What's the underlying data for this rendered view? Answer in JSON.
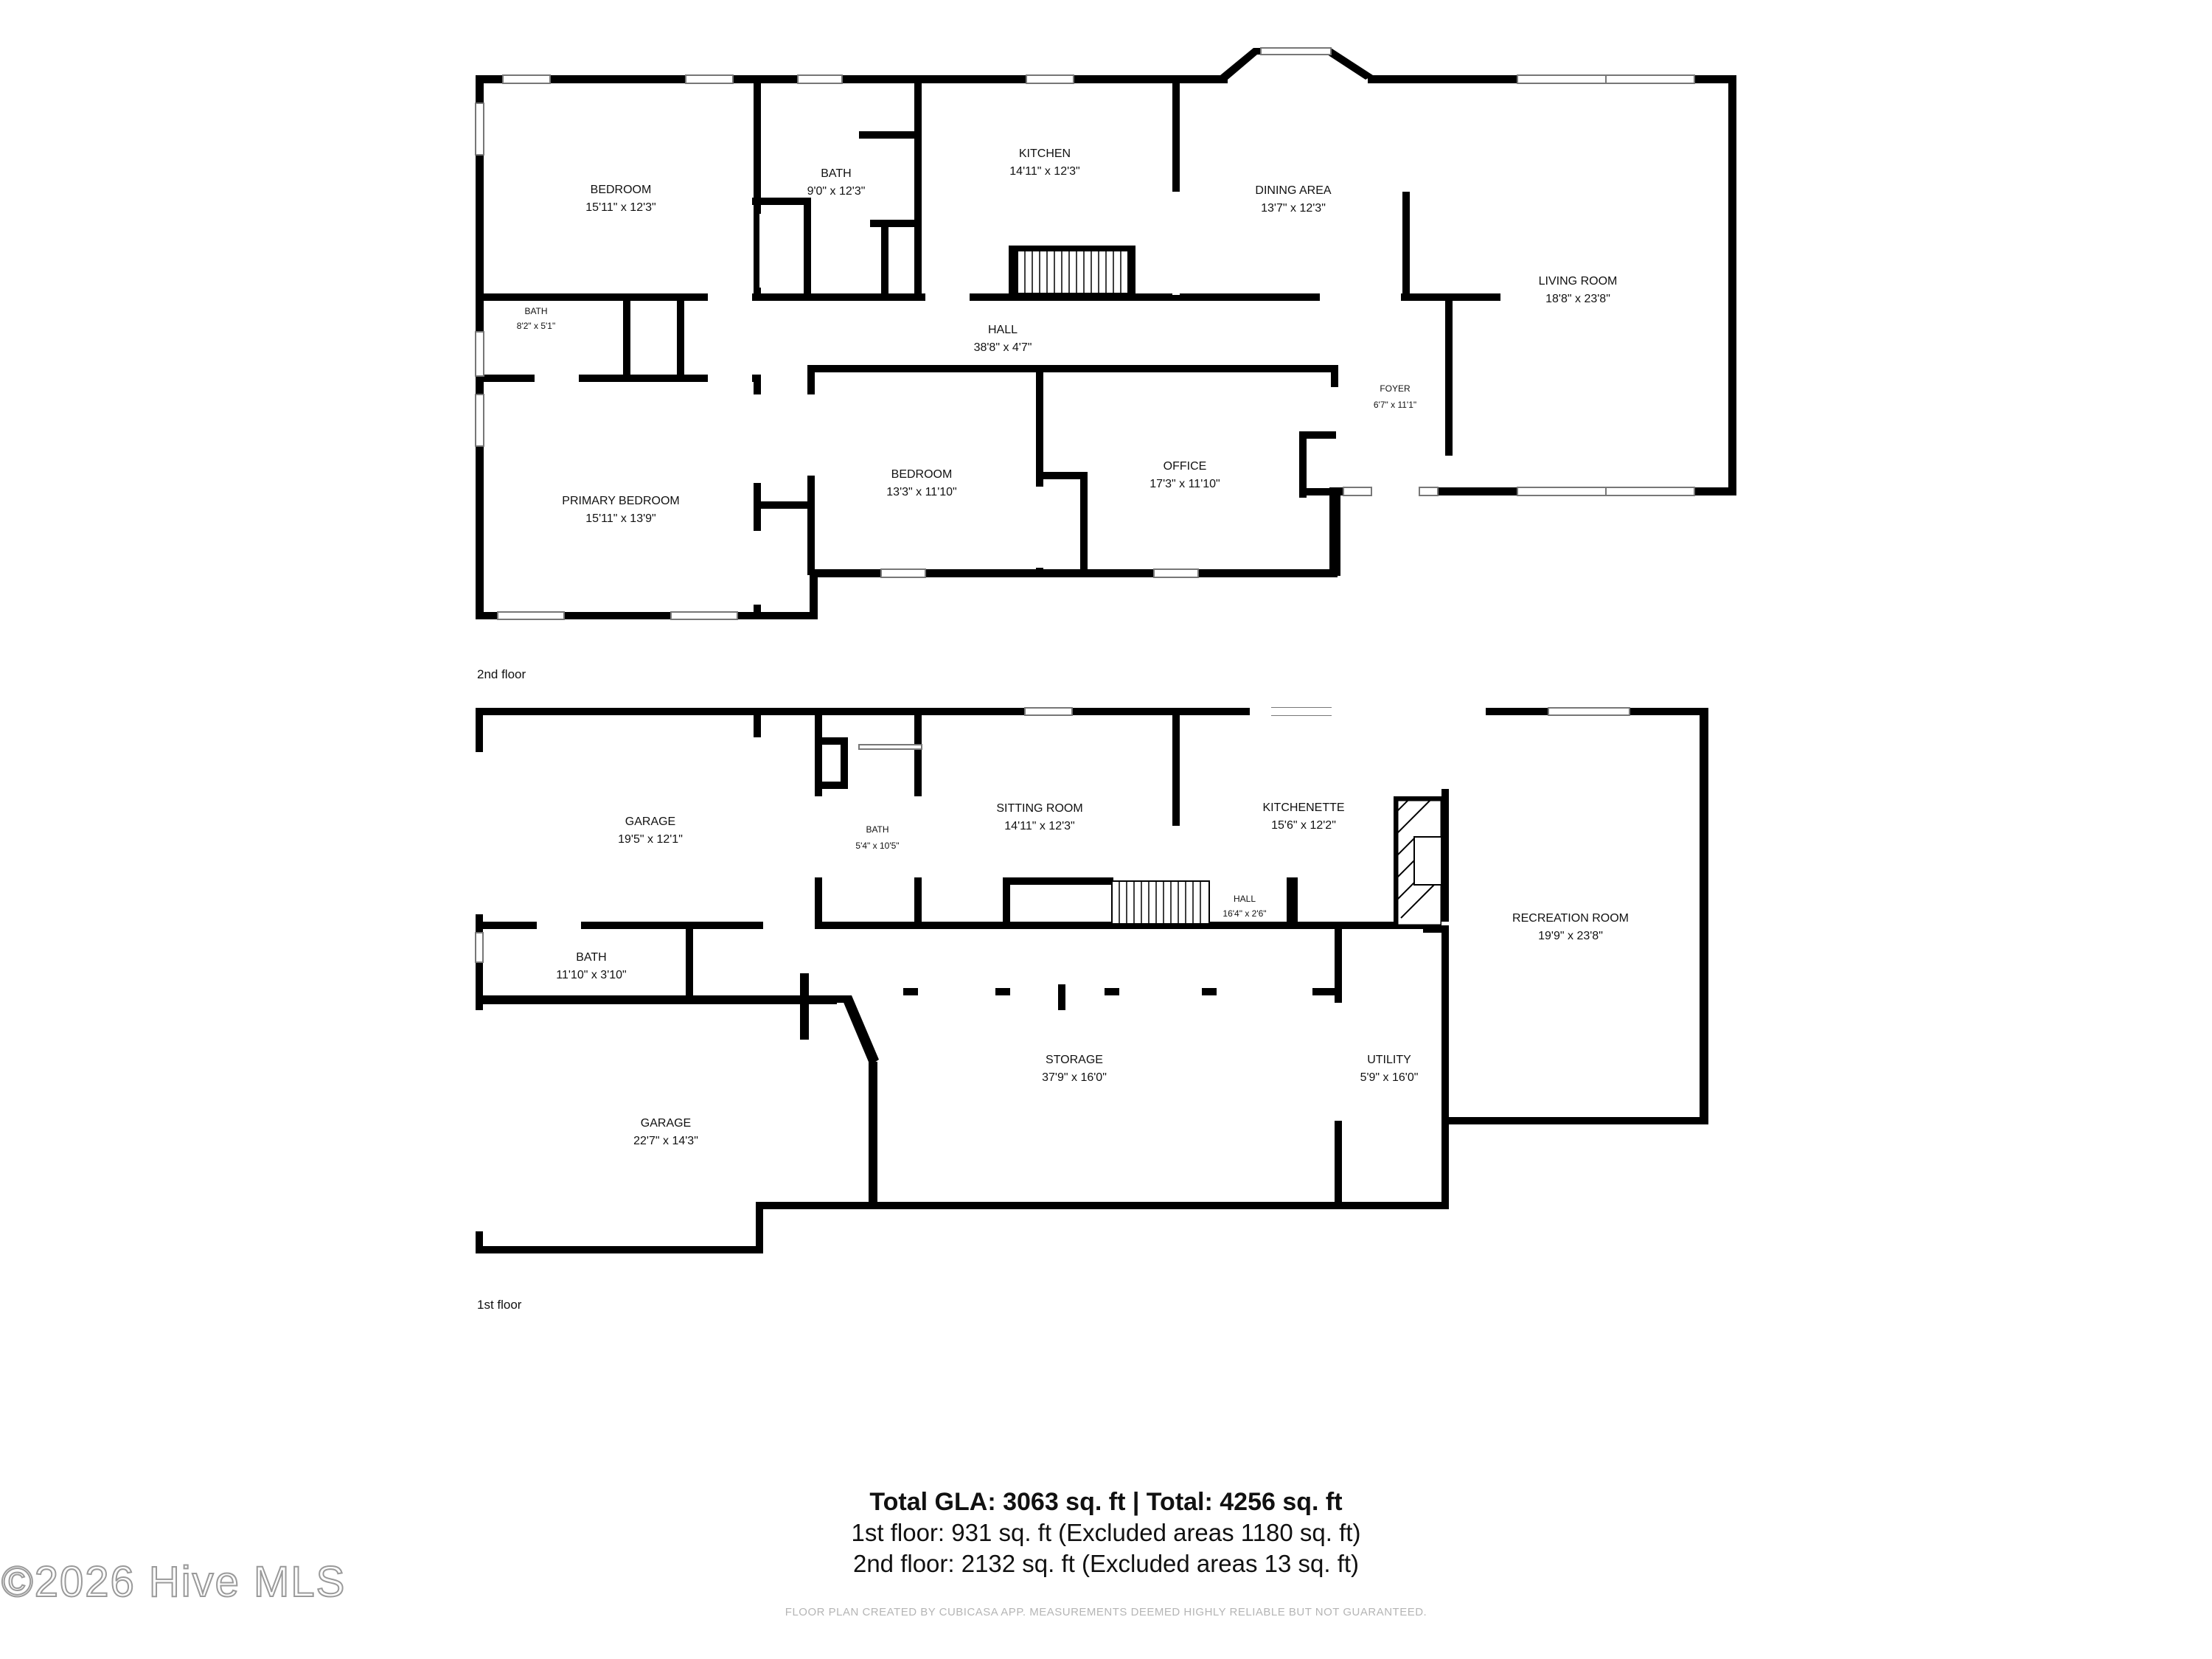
{
  "floors": [
    {
      "label": "2nd floor",
      "rooms": [
        {
          "id": "bedroom-1",
          "name": "BEDROOM",
          "dims": "15'11\" x 12'3\""
        },
        {
          "id": "bath-1",
          "name": "BATH",
          "dims": "9'0\" x 12'3\""
        },
        {
          "id": "kitchen",
          "name": "KITCHEN",
          "dims": "14'11\" x 12'3\""
        },
        {
          "id": "dining-area",
          "name": "DINING AREA",
          "dims": "13'7\" x 12'3\""
        },
        {
          "id": "living-room",
          "name": "LIVING ROOM",
          "dims": "18'8\" x 23'8\""
        },
        {
          "id": "bath-2",
          "name": "BATH",
          "dims": "8'2\" x 5'1\""
        },
        {
          "id": "hall-2",
          "name": "HALL",
          "dims": "38'8\" x 4'7\""
        },
        {
          "id": "foyer",
          "name": "FOYER",
          "dims": "6'7\" x 11'1\""
        },
        {
          "id": "primary-bedroom",
          "name": "PRIMARY BEDROOM",
          "dims": "15'11\" x 13'9\""
        },
        {
          "id": "bedroom-2",
          "name": "BEDROOM",
          "dims": "13'3\" x 11'10\""
        },
        {
          "id": "office",
          "name": "OFFICE",
          "dims": "17'3\" x 11'10\""
        }
      ]
    },
    {
      "label": "1st floor",
      "rooms": [
        {
          "id": "garage-1",
          "name": "GARAGE",
          "dims": "19'5\" x 12'1\""
        },
        {
          "id": "bath-3",
          "name": "BATH",
          "dims": "5'4\" x 10'5\""
        },
        {
          "id": "sitting-room",
          "name": "SITTING ROOM",
          "dims": "14'11\" x 12'3\""
        },
        {
          "id": "kitchenette",
          "name": "KITCHENETTE",
          "dims": "15'6\" x 12'2\""
        },
        {
          "id": "hall-1",
          "name": "HALL",
          "dims": "16'4\" x 2'6\""
        },
        {
          "id": "recreation-room",
          "name": "RECREATION ROOM",
          "dims": "19'9\" x 23'8\""
        },
        {
          "id": "bath-4",
          "name": "BATH",
          "dims": "11'10\" x 3'10\""
        },
        {
          "id": "storage",
          "name": "STORAGE",
          "dims": "37'9\" x 16'0\""
        },
        {
          "id": "utility",
          "name": "UTILITY",
          "dims": "5'9\" x 16'0\""
        },
        {
          "id": "garage-2",
          "name": "GARAGE",
          "dims": "22'7\" x 14'3\""
        }
      ]
    }
  ],
  "summary": {
    "total": "Total GLA: 3063 sq. ft | Total: 4256 sq. ft",
    "first_floor": "1st floor: 931 sq. ft (Excluded areas 1180 sq. ft)",
    "second_floor": "2nd floor: 2132 sq. ft (Excluded areas 13 sq. ft)"
  },
  "disclaimer": "FLOOR PLAN CREATED BY CUBICASA APP. MEASUREMENTS DEEMED HIGHLY RELIABLE BUT NOT GUARANTEED.",
  "watermark": "©2026 Hive MLS"
}
